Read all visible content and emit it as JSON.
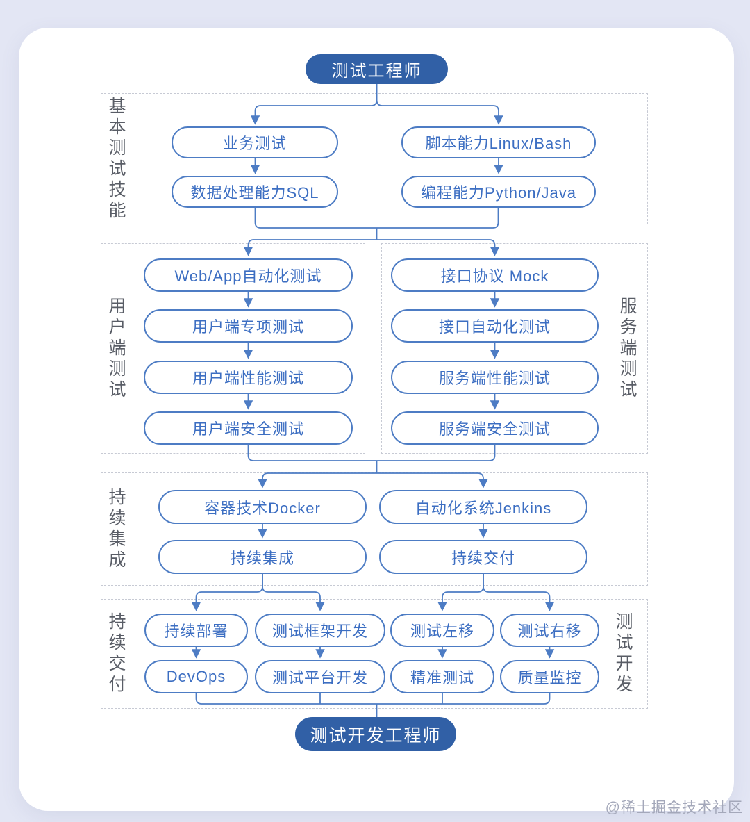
{
  "colors": {
    "background": "#e3e6f4",
    "card": "#ffffff",
    "node_border": "#4d7cc4",
    "node_text": "#3c6ec2",
    "node_dark_fill": "#3160a6",
    "node_dark_text": "#ffffff",
    "section_label": "#595d66",
    "dashed_border": "#c7cad4",
    "connector": "#4d7cc4",
    "watermark": "#a4a8ba"
  },
  "root": {
    "label": "测试工程师"
  },
  "terminal": {
    "label": "测试开发工程师"
  },
  "sections": {
    "basic": {
      "label": "基本测试技能",
      "pills": {
        "p1": "业务测试",
        "p2": "脚本能力Linux/Bash",
        "p3": "数据处理能力SQL",
        "p4": "编程能力Python/Java"
      }
    },
    "client": {
      "label": "用户端测试",
      "pills": {
        "p1": "Web/App自动化测试",
        "p2": "用户端专项测试",
        "p3": "用户端性能测试",
        "p4": "用户端安全测试"
      }
    },
    "server": {
      "label": "服务端测试",
      "pills": {
        "p1": "接口协议 Mock",
        "p2": "接口自动化测试",
        "p3": "服务端性能测试",
        "p4": "服务端安全测试"
      }
    },
    "ci": {
      "label": "持续集成",
      "pills": {
        "p1": "容器技术Docker",
        "p2": "自动化系统Jenkins",
        "p3": "持续集成",
        "p4": "持续交付"
      }
    },
    "cd": {
      "label_left": "持续交付",
      "label_right": "测试开发",
      "pills": {
        "p1": "持续部署",
        "p2": "测试框架开发",
        "p3": "测试左移",
        "p4": "测试右移",
        "p5": "DevOps",
        "p6": "测试平台开发",
        "p7": "精准测试",
        "p8": "质量监控"
      }
    }
  },
  "watermark": {
    "text": "@稀土掘金技术社区"
  }
}
